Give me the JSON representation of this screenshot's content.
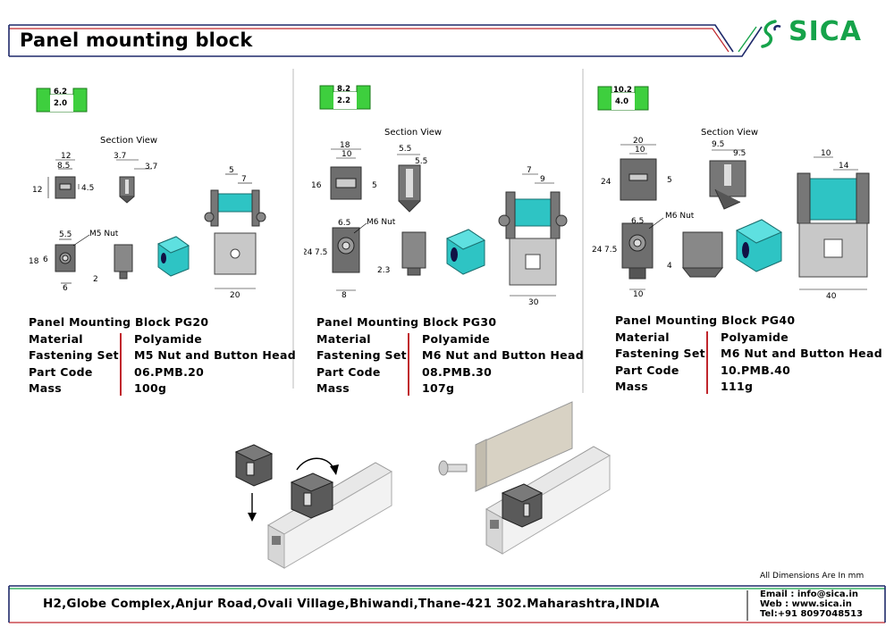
{
  "page": {
    "title": "Panel mounting block",
    "brand": "SICA",
    "note": "All Dimensions Are In mm",
    "address": "H2,Globe Complex,Anjur Road,Ovali Village,Bhiwandi,Thane-421 302.Maharashtra,INDIA",
    "contact": {
      "email": "Email : info@sica.in",
      "web": "Web  : www.sica.in",
      "tel": "Tel:+91 8097048513"
    },
    "colors": {
      "brand": "#16a34a",
      "accent_red": "#c0262c",
      "navy": "#1f2a6b",
      "cyan": "#2ec4c4",
      "grey": "#6b6b6b"
    }
  },
  "labels": {
    "section_view": "Section View",
    "m5_nut": "M5 Nut",
    "m6_nut": "M6 Nut"
  },
  "products": [
    {
      "badge_top": "6.2",
      "badge_bottom": "2.0",
      "name": "Panel Mounting Block PG20",
      "rows": [
        {
          "label": "Material",
          "value": "Polyamide"
        },
        {
          "label": "Fastening Set",
          "value": "M5 Nut and Button Head"
        },
        {
          "label": "Part Code",
          "value": "06.PMB.20"
        },
        {
          "label": "Mass",
          "value": "100g"
        }
      ],
      "dims": {
        "w_outer": "12",
        "w_inner": "8.5",
        "h": "12",
        "h_slot": "4.5",
        "sec_a": "3.7",
        "sec_b": "3.7",
        "top_a": "5.5",
        "h2": "18",
        "h3": "6",
        "bot": "6",
        "small": "2",
        "ext_a": "5",
        "ext_b": "7",
        "ext_w": "20"
      }
    },
    {
      "badge_top": "8.2",
      "badge_bottom": "2.2",
      "name": "Panel Mounting Block PG30",
      "rows": [
        {
          "label": "Material",
          "value": "Polyamide"
        },
        {
          "label": "Fastening Set",
          "value": "M6 Nut and Button Head"
        },
        {
          "label": "Part Code",
          "value": "08.PMB.30"
        },
        {
          "label": "Mass",
          "value": "107g"
        }
      ],
      "dims": {
        "w_outer": "18",
        "w_inner": "10",
        "h": "16",
        "h_slot": "5",
        "sec_a": "5.5",
        "sec_b": "5.5",
        "top_a": "6.5",
        "h2": "24",
        "h3": "7.5",
        "bot": "8",
        "small": "2.3",
        "ext_a": "7",
        "ext_b": "9",
        "ext_w": "30"
      }
    },
    {
      "badge_top": "10.2",
      "badge_bottom": "4.0",
      "name": "Panel Mounting Block PG40",
      "rows": [
        {
          "label": "Material",
          "value": "Polyamide"
        },
        {
          "label": "Fastening Set",
          "value": "M6 Nut and Button Head"
        },
        {
          "label": "Part Code",
          "value": "10.PMB.40"
        },
        {
          "label": "Mass",
          "value": "111g"
        }
      ],
      "dims": {
        "w_outer": "20",
        "w_inner": "10",
        "h": "24",
        "h_slot": "5",
        "sec_a": "9.5",
        "sec_b": "9.5",
        "top_a": "6.5",
        "h2": "24",
        "h3": "7.5",
        "bot": "10",
        "small": "4",
        "ext_a": "10",
        "ext_b": "14",
        "ext_w": "40"
      }
    }
  ]
}
